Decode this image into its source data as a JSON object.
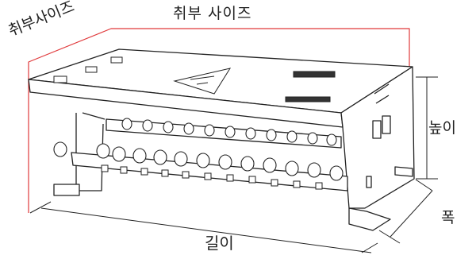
{
  "labels": {
    "top_size": "취부 사이즈",
    "side_size": "취부사이즈",
    "height": "높이",
    "width": "폭",
    "length": "길이"
  },
  "colors": {
    "outline": "#222222",
    "mount_outline": "#e0393b",
    "background": "#ffffff"
  },
  "icons": {
    "logo_triangle": "warning-triangle-icon"
  }
}
